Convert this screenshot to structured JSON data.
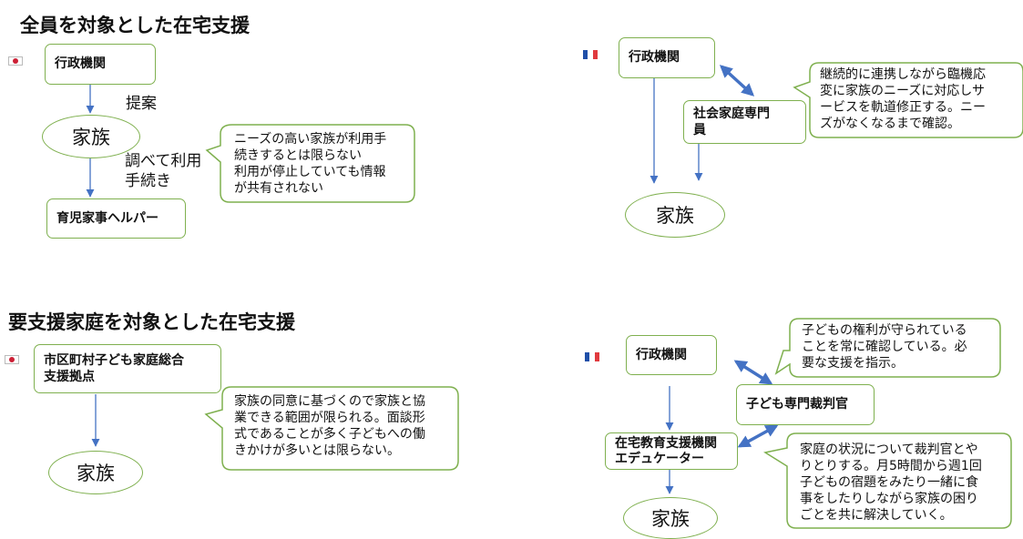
{
  "section1": {
    "title": "全員を対象とした在宅支援",
    "jp": {
      "flag_icon": "japan-flag",
      "agency": "行政機関",
      "proposal": "提案",
      "family": "家族",
      "research": [
        "調べて利用",
        "手続き"
      ],
      "helper": "育児家事ヘルパー",
      "note": [
        "ニーズの高い家族が利用手",
        "続きするとは限らない",
        "利用が停止していても情報",
        "が共有されない"
      ]
    },
    "fr": {
      "flag_icon": "france-flag",
      "agency": "行政機関",
      "social_worker": [
        "社会家庭専門",
        "員"
      ],
      "family": "家族",
      "note": [
        "継続的に連携しながら臨機応",
        "変に家族のニーズに対応しサ",
        "ービスを軌道修正する。ニー",
        "ズがなくなるまで確認。"
      ]
    }
  },
  "section2": {
    "title": "要支援家庭を対象とした在宅支援",
    "jp": {
      "flag_icon": "japan-flag",
      "center": [
        "市区町村子ども家庭総合",
        "支援拠点"
      ],
      "family": "家族",
      "note": [
        "家族の同意に基づくので家族と協",
        "業できる範囲が限られる。面談形",
        "式であることが多く子どもへの働",
        "きかけが多いとは限らない。"
      ]
    },
    "fr": {
      "flag_icon": "france-flag",
      "agency": "行政機関",
      "judge": "子ども専門裁判官",
      "educator": [
        "在宅教育支援機関",
        "エデュケーター"
      ],
      "family": "家族",
      "note_top": [
        "子どもの権利が守られている",
        "ことを常に確認している。必",
        "要な支援を指示。"
      ],
      "note_bottom": [
        "家庭の状況について裁判官とや",
        "りとりする。月5時間から週1回",
        "子どもの宿題をみたり一緒に食",
        "事をしたりしながら家族の困り",
        "ごとを共に解決していく。"
      ]
    }
  },
  "colors": {
    "border": "#7fb04f",
    "arrow": "#4472c4",
    "jp_red": "#cc1f35",
    "fr_blue": "#1f4fa8",
    "fr_red": "#e03a3e"
  }
}
